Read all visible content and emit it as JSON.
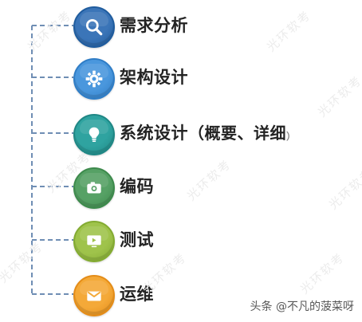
{
  "diagram": {
    "line_color": "#6f8eb4",
    "nodes": [
      {
        "id": "requirements",
        "label": "需求分析",
        "suffix": "",
        "closing": "",
        "icon": "search-icon",
        "color": "#3b75b8",
        "dark": "#1f5c9e"
      },
      {
        "id": "architecture",
        "label": "架构设计",
        "suffix": "",
        "closing": "",
        "icon": "gear-icon",
        "color": "#4a97dd",
        "dark": "#2f7dc6"
      },
      {
        "id": "system-design",
        "label": "系统设计",
        "suffix": "（概要、详细",
        "closing": "）",
        "icon": "lightbulb-icon",
        "color": "#2fa3a0",
        "dark": "#1f8785"
      },
      {
        "id": "coding",
        "label": "编码",
        "suffix": "",
        "closing": "",
        "icon": "camera-icon",
        "color": "#56a165",
        "dark": "#3d8a4c"
      },
      {
        "id": "testing",
        "label": "测试",
        "suffix": "",
        "closing": "",
        "icon": "monitor-icon",
        "color": "#9fc34b",
        "dark": "#83ab31"
      },
      {
        "id": "operations",
        "label": "运维",
        "suffix": "",
        "closing": "",
        "icon": "mail-icon",
        "color": "#f4a938",
        "dark": "#e48c18"
      }
    ]
  },
  "watermark": {
    "text": "头条 @不凡的菠菜呀"
  },
  "background_watermarks": [
    "光环软考",
    "光环软考",
    "光环软考",
    "光环软考",
    "光环软考",
    "光环软考",
    "光环软考",
    "光环软考",
    "光环软考"
  ]
}
